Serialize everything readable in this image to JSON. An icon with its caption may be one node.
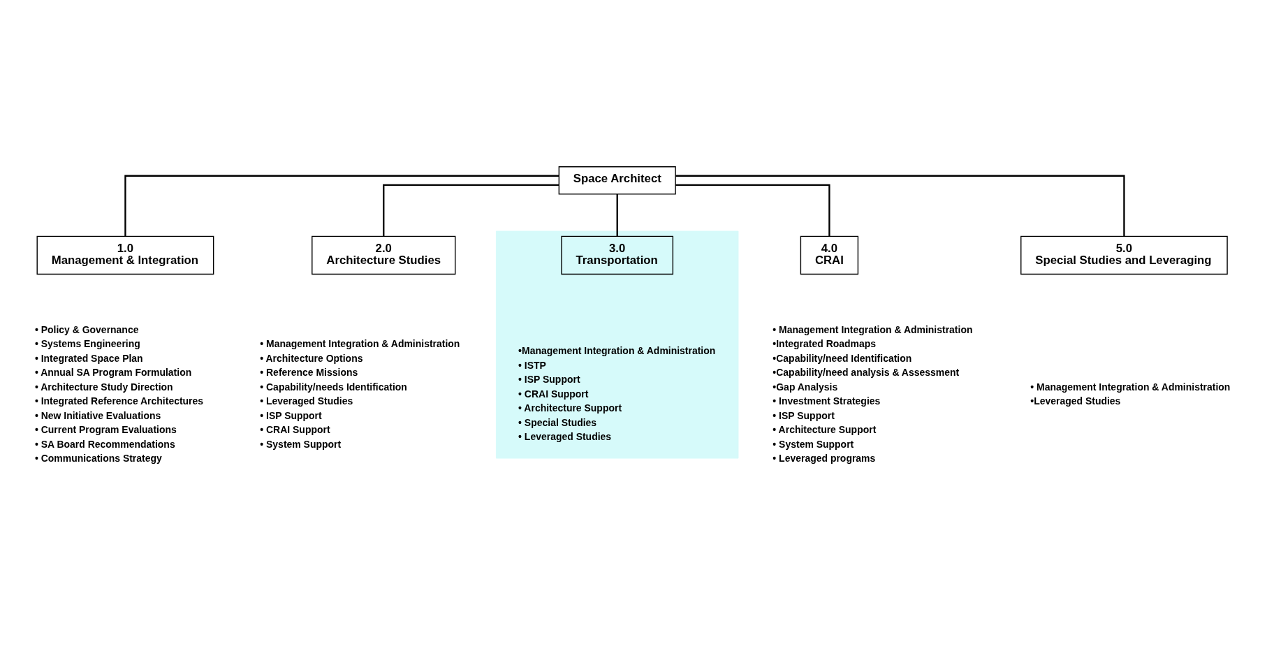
{
  "diagram": {
    "nodes": [
      {
        "text": [
          "Space Architect"
        ]
      },
      {
        "text": [
          "1.0",
          "Management & Integration"
        ],
        "beside": [
          "• Policy & Governance",
          "• Systems Engineering",
          "• Integrated Space Plan",
          "• Annual SA Program Formulation",
          "• Architecture Study Direction",
          "• Integrated Reference Architectures",
          "• New Initiative Evaluations",
          "• Current Program Evaluations",
          "• SA Board Recommendations",
          "• Communications Strategy"
        ]
      },
      {
        "text": [
          "2.0",
          "Architecture Studies"
        ],
        "beside": [
          "• Management Integration & Administration",
          "• Architecture Options",
          "• Reference Missions",
          "• Capability/needs Identification",
          "• Leveraged Studies",
          "• ISP Support",
          "• CRAI Support",
          "• System Support"
        ]
      },
      {
        "text": [],
        "shape": "box"
      },
      {
        "text": [
          "3.0",
          "Transportation"
        ],
        "in": 3,
        "beside": [
          "•Management Integration & Administration",
          "• ISTP",
          "• ISP Support",
          "• CRAI Support",
          "• Architecture Support",
          "• Special Studies",
          "• Leveraged Studies"
        ]
      },
      {
        "text": [
          "4.0",
          "CRAI"
        ],
        "beside": [
          "• Management Integration & Administration",
          "•Integrated Roadmaps",
          "•Capability/need Identification",
          "•Capability/need analysis & Assessment",
          "•Gap Analysis",
          "• Investment Strategies",
          "• ISP Support",
          "• Architecture Support",
          "• System Support",
          "• Leveraged programs"
        ]
      },
      {
        "text": [
          "5.0",
          "Special Studies and Leveraging"
        ],
        "beside": [
          "• Management Integration & Administration",
          "•Leveraged Studies"
        ]
      }
    ],
    "edges": [
      {
        "from": 0,
        "to": 1,
        "arrow": "none"
      },
      {
        "from": 0,
        "to": 2,
        "arrow": "none"
      },
      {
        "from": 0,
        "to": 4,
        "arrow": "none"
      },
      {
        "from": 0,
        "to": 5,
        "arrow": "none"
      },
      {
        "from": 0,
        "to": 6,
        "arrow": "none"
      }
    ]
  }
}
